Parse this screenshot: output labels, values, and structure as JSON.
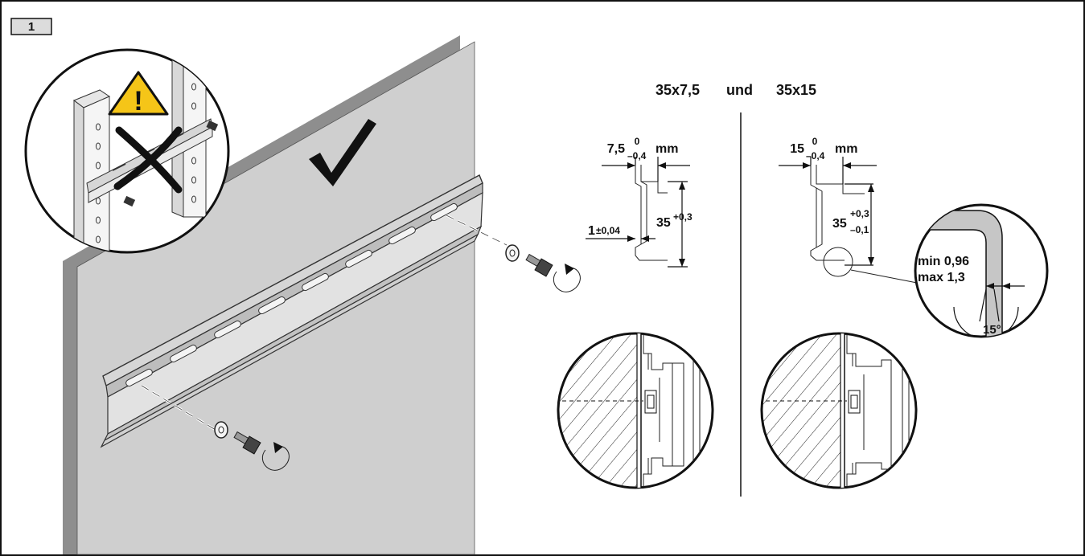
{
  "figure": {
    "step_number": "1",
    "check_symbol": "✓",
    "warning_symbol": "!"
  },
  "rail_types": {
    "heading_left": "35x7,5",
    "heading_joiner": "und",
    "heading_right": "35x15"
  },
  "rail_35x7_5": {
    "width_value": "7,5",
    "width_tol_upper": "0",
    "width_tol_lower": "–0,4",
    "width_unit": "mm",
    "height_value": "35",
    "height_tol": "+0,3",
    "thickness_value": "1",
    "thickness_tol": "±0,04"
  },
  "rail_35x15": {
    "width_value": "15",
    "width_tol_upper": "0",
    "width_tol_lower": "–0,4",
    "width_unit": "mm",
    "height_value": "35",
    "height_tol_upper": "+0,3",
    "height_tol_lower": "–0,1"
  },
  "detail_zoom": {
    "min_label": "min 0,96",
    "max_label": "max 1,3",
    "angle_label": "15°"
  },
  "colors": {
    "wall": "#cfcfcf",
    "wall_edge": "#8e8e8e",
    "rail": "#d6d6d6",
    "warning": "#f5c518",
    "line": "#111111"
  }
}
